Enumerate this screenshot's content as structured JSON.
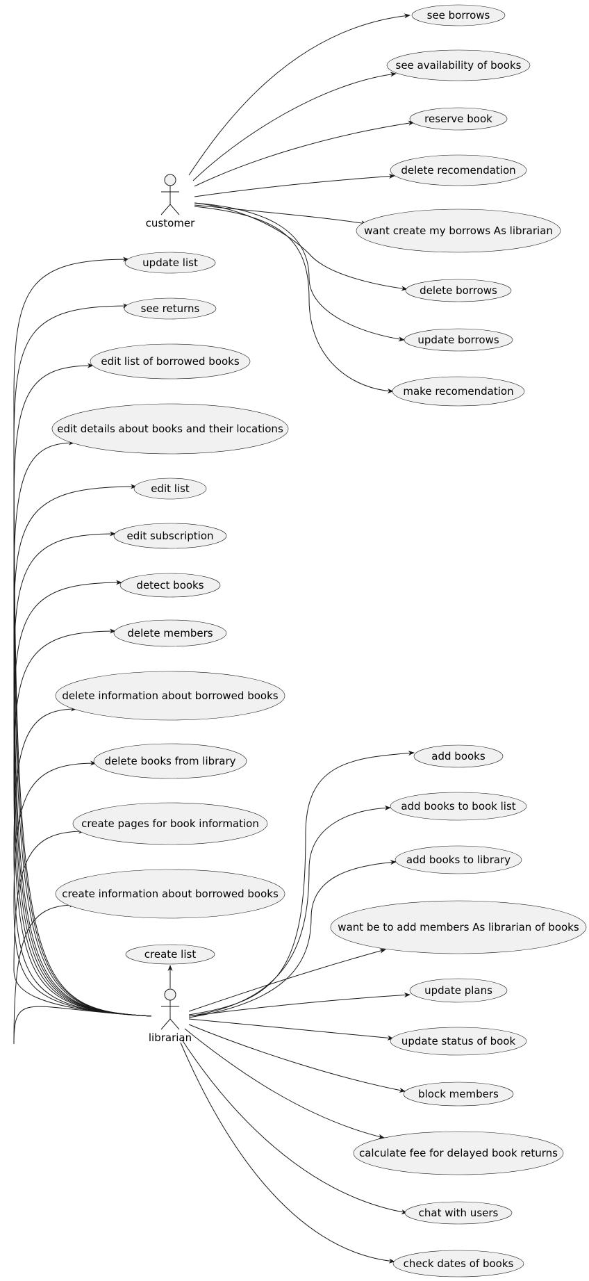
{
  "actors": {
    "customer": "customer",
    "librarian": "librarian"
  },
  "customer_use_cases": [
    "see borrows",
    "see availability of books",
    "reserve book",
    "delete recomendation",
    "want create my borrows   As librarian",
    "delete borrows",
    "update borrows",
    "make recomendation"
  ],
  "librarian_left_use_cases": [
    "update list",
    "see returns",
    "edit list of borrowed books",
    "edit details about books and their locations",
    "edit list",
    "edit subscription",
    "detect books",
    "delete members",
    "delete information about borrowed books",
    "delete books from library",
    "create pages for book information",
    "create information about borrowed books",
    "create list"
  ],
  "librarian_right_use_cases": [
    "add books",
    "add books to book list",
    "add books to library",
    "want be to add members   As librarian of books",
    "update plans",
    "update status of book",
    "block members",
    "calculate fee for delayed book returns",
    "chat with users",
    "check dates of books"
  ],
  "colors": {
    "use_case_fill": "#f1f1f1",
    "line": "#181818",
    "background": "#ffffff"
  }
}
